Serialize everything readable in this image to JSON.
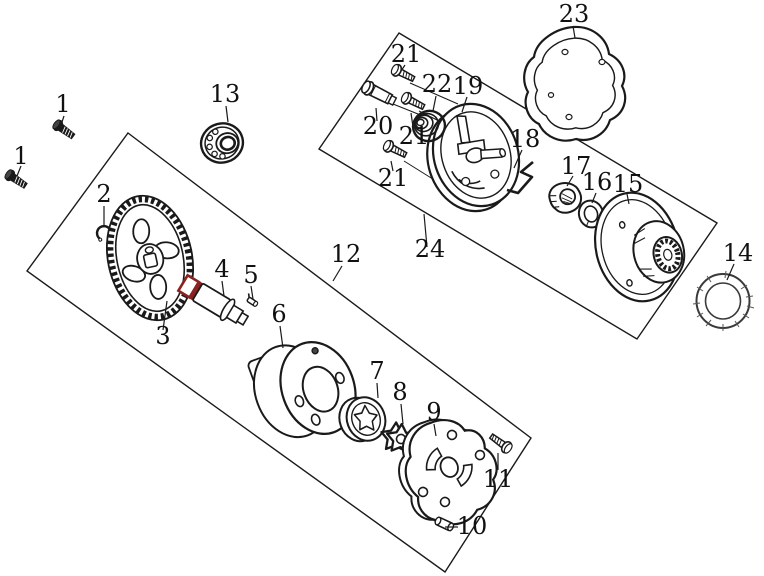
{
  "diagram": {
    "kind": "exploded-parts-diagram",
    "callouts": {
      "c1a": "1",
      "c1b": "1",
      "c2": "2",
      "c3": "3",
      "c4": "4",
      "c5": "5",
      "c6": "6",
      "c7": "7",
      "c8": "8",
      "c9": "9",
      "c10": "10",
      "c11": "11",
      "c12": "12",
      "c13": "13",
      "c14": "14",
      "c15": "15",
      "c16": "16",
      "c17": "17",
      "c18": "18",
      "c19": "19",
      "c20": "20",
      "c21a": "21",
      "c21b": "21",
      "c21c": "21",
      "c22": "22",
      "c23": "23",
      "c24": "24"
    },
    "colors": {
      "line": "#1a1a1a",
      "highlight": "#8b2222",
      "background": "#ffffff"
    }
  }
}
